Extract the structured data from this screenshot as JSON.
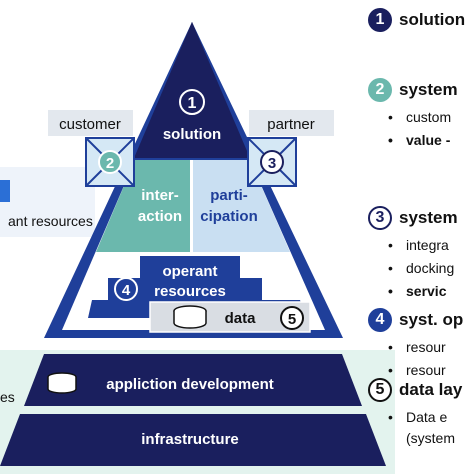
{
  "pyramid": {
    "solution_label": "solution",
    "solution_number": "1",
    "customer_label": "customer",
    "partner_label": "partner",
    "customer_number": "2",
    "partner_number": "3",
    "interaction_line1": "inter-",
    "interaction_line2": "action",
    "participation_line1": "parti-",
    "participation_line2": "cipation",
    "operant_line1": "operant",
    "operant_line2": "resources",
    "operant_number": "4",
    "data_label": "data",
    "data_number": "5",
    "app_dev_label": "appliction development",
    "infrastructure_label": "infrastructure",
    "left_operant_text": "ant resources",
    "left_bottom_text": "es"
  },
  "legend": {
    "items": [
      {
        "number": "1",
        "title": "solution"
      },
      {
        "number": "2",
        "title": "system",
        "bullets": [
          "custom",
          "value -"
        ]
      },
      {
        "number": "3",
        "title": "system",
        "bullets": [
          "integra",
          "docking",
          "servic"
        ]
      },
      {
        "number": "4",
        "title": "syst. op",
        "bullets": [
          "resour",
          "resour"
        ]
      },
      {
        "number": "5",
        "title": "data lay",
        "bullets": [
          "Data e"
        ],
        "subtext": "(system"
      }
    ]
  },
  "colors": {
    "navy": "#1a1f5e",
    "blue": "#1f3f9a",
    "teal": "#6bb8ad",
    "light_blue": "#c9dff2",
    "gray_label": "#e3e8ee",
    "mint": "#e3f3ee",
    "light_panel": "#eef3fa"
  }
}
